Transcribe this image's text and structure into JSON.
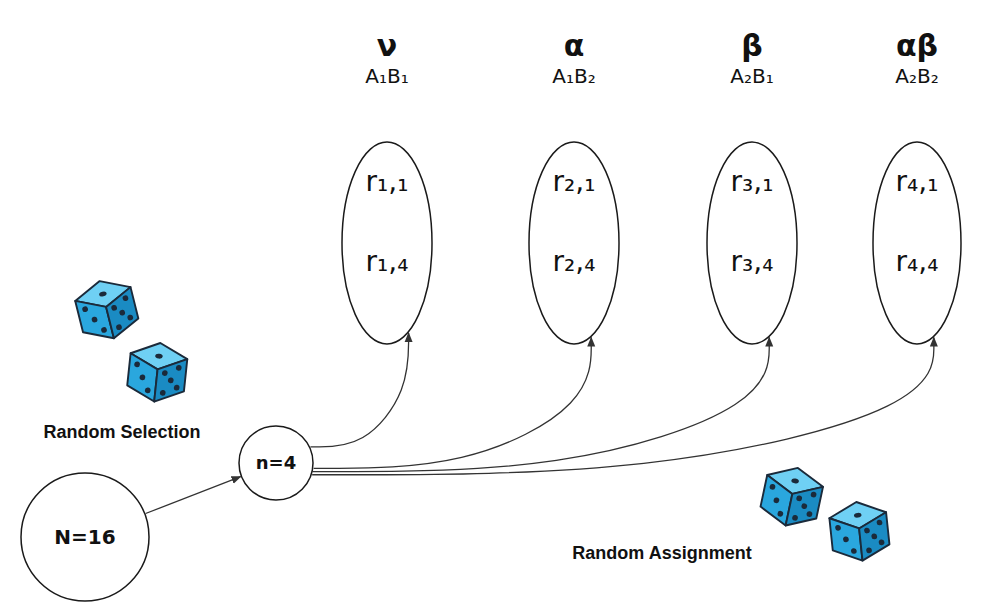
{
  "diagram": {
    "nodes": [
      {
        "text": [
          "ν",
          "A₁B₁",
          "r₁,₁",
          "r₁,₄"
        ]
      },
      {
        "text": [
          "α",
          "A₁B₂",
          "r₂,₁",
          "r₂,₄"
        ]
      },
      {
        "text": [
          "β",
          "A₂B₁",
          "r₃,₁",
          "r₃,₄"
        ]
      },
      {
        "text": [
          "αβ",
          "A₂B₂",
          "r₄,₁",
          "r₄,₄"
        ]
      },
      {
        "text": [
          "N=16"
        ]
      },
      {
        "text": [
          "n=4"
        ]
      }
    ],
    "edges": [
      {
        "from": 4,
        "to": 5,
        "arrow": "to"
      },
      {
        "from": 5,
        "to": 0,
        "arrow": "to"
      },
      {
        "from": 5,
        "to": 1,
        "arrow": "to"
      },
      {
        "from": 5,
        "to": 2,
        "arrow": "to"
      },
      {
        "from": 5,
        "to": 3,
        "arrow": "to"
      }
    ],
    "labels": [
      "Random Selection",
      "Random Assignment"
    ]
  }
}
